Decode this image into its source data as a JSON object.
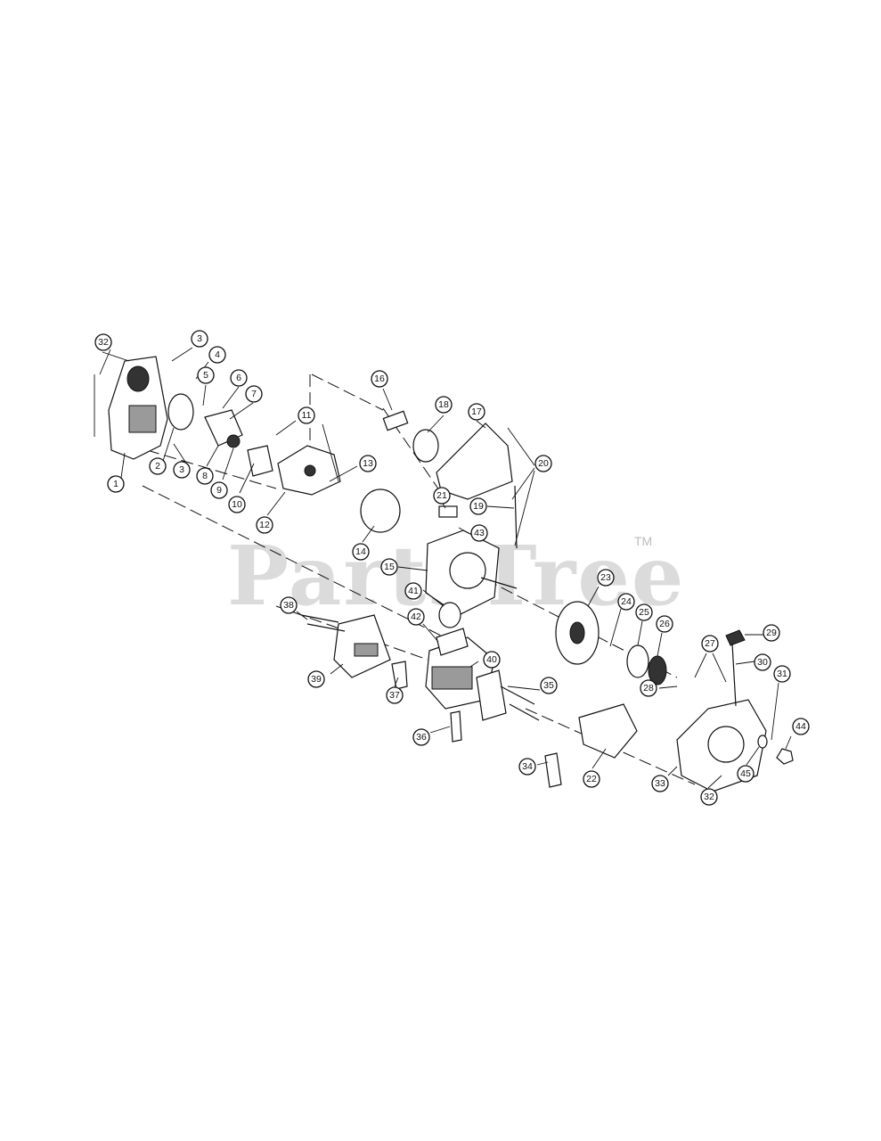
{
  "diagram": {
    "watermark": {
      "text": "PartsTree",
      "trademark": "TM"
    },
    "callout_numbers": [
      "1",
      "2",
      "3",
      "3",
      "4",
      "5",
      "6",
      "7",
      "8",
      "9",
      "10",
      "11",
      "12",
      "13",
      "14",
      "15",
      "16",
      "17",
      "18",
      "19",
      "20",
      "21",
      "22",
      "23",
      "24",
      "25",
      "26",
      "27",
      "28",
      "29",
      "30",
      "31",
      "32",
      "32",
      "33",
      "34",
      "35",
      "36",
      "37",
      "38",
      "39",
      "40",
      "41",
      "42",
      "43",
      "44",
      "45"
    ]
  }
}
